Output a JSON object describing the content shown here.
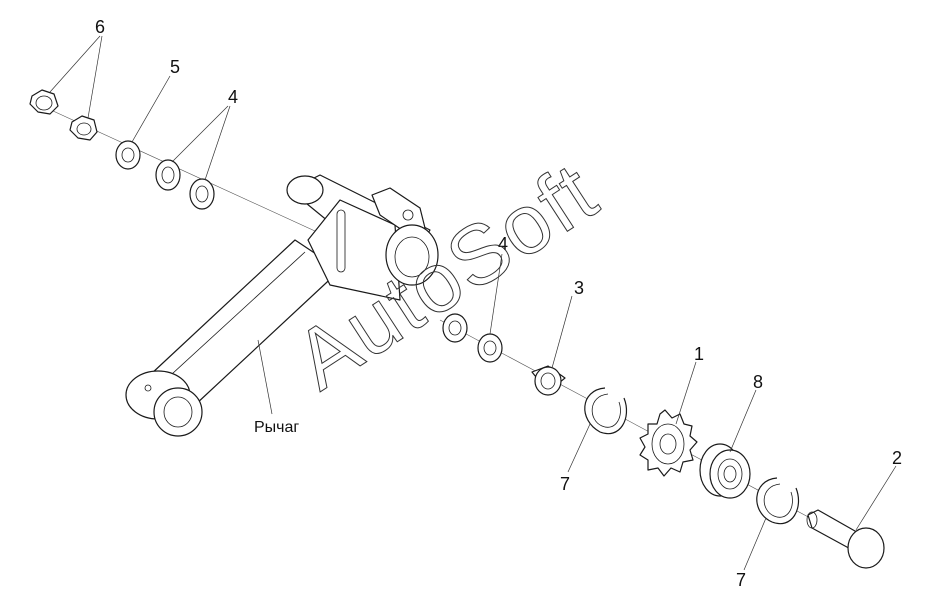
{
  "callouts": {
    "c6": "6",
    "c5": "5",
    "c4_top": "4",
    "c4_mid": "4",
    "c3": "3",
    "c1": "1",
    "c8": "8",
    "c2": "2",
    "c7_left": "7",
    "c7_right": "7"
  },
  "part_label": "Рычаг",
  "watermark": "AutoSoft"
}
